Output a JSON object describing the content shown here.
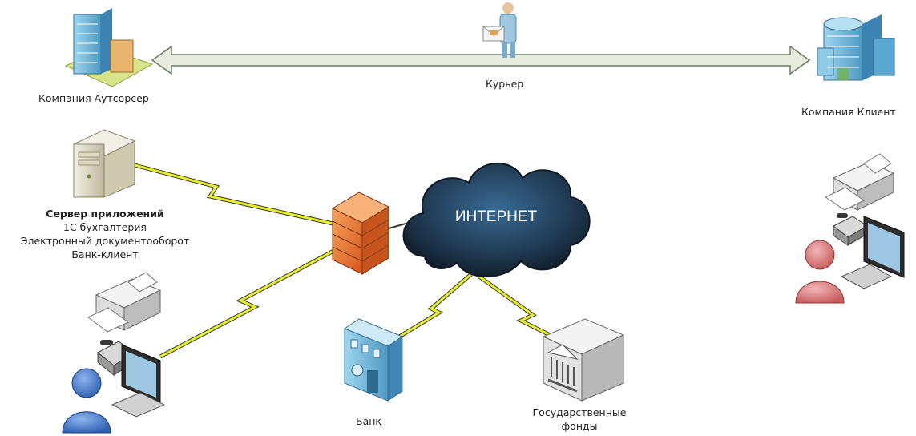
{
  "labels": {
    "outsourcer": "Компания Аутсорсер",
    "courier": "Курьер",
    "client": "Компания Клиент",
    "internet": "ИНТЕРНЕТ",
    "bank": "Банк",
    "funds_line1": "Государственные",
    "funds_line2": "фонды"
  },
  "server": {
    "title": "Сервер приложений",
    "lines": [
      "1С бухгалтерия",
      "Электронный документооборот",
      "Банк-клиент"
    ]
  },
  "colors": {
    "arrow_fill": "#e7ecdf",
    "arrow_stroke": "#6b7d63",
    "link_yellow": "#ecec2e",
    "link_dark": "#2f3a2a",
    "firewall": "#ee7a2f",
    "cloud": "#1f3347",
    "user_blue": "#3f78cf",
    "user_red": "#d67a7a"
  },
  "icons": [
    "office-building-icon",
    "courier-person-icon",
    "client-building-icon",
    "server-icon",
    "firewall-icon",
    "cloud-icon",
    "printer-icon",
    "phone-icon",
    "monitor-icon",
    "user-icon",
    "bank-icon",
    "government-building-icon"
  ]
}
